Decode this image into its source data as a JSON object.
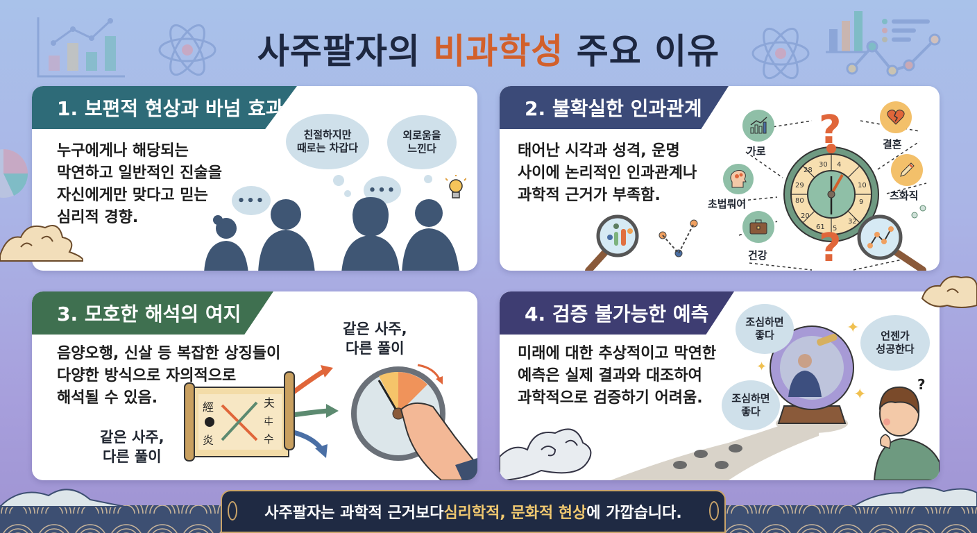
{
  "title": {
    "prefix": "사주팔자의 ",
    "accent": "비과학성",
    "suffix": " 주요 이유",
    "accent_color": "#d2602b"
  },
  "cards": [
    {
      "number": "1.",
      "heading": "1. 보편적 현상과 바넘 효과",
      "header_color": "#2e6b78",
      "body": "누구에게나 해당되는\n막연하고 일반적인 진술을\n자신에게만 맞다고 믿는\n심리적 경향.",
      "bubbles": [
        "친절하지만\n때로는 차갑다",
        "외로움을\n느낀다"
      ],
      "ellipsis": "•••"
    },
    {
      "number": "2.",
      "heading": "2. 불확실한 인과관계",
      "header_color": "#3b4a78",
      "body": "태어난 시각과 성격, 운명\n사이에 논리적인 인과관계나\n과학적 근거가 부족함.",
      "labels": [
        "가로",
        "초법뤄어",
        "건강",
        "결혼",
        "츠화직"
      ],
      "wheel_numbers": [
        "30",
        "4",
        "10",
        "9",
        "32",
        "5",
        "61",
        "20",
        "80",
        "29",
        "28"
      ]
    },
    {
      "number": "3.",
      "heading": "3. 모호한 해석의 여지",
      "header_color": "#3f7050",
      "body": "음양오행, 신살 등 복잡한 상징들이\n다양한 방식으로 자의적으로\n해석될 수 있음.",
      "caption_left": "같은 사주,\n다른 풀이",
      "caption_right": "같은 사주,\n다른 풀이",
      "scroll_glyphs": [
        "經",
        "☯",
        "炎",
        "夫",
        "㐄",
        "수"
      ]
    },
    {
      "number": "4.",
      "heading": "4. 검증 불가능한 예측",
      "header_color": "#3e3d72",
      "body": "미래에 대한 추상적이고 막연한\n예측은 실제 결과와 대조하여\n과학적으로 검증하기 어려움.",
      "bubbles": [
        "조심하면\n좋다",
        "조심하면\n좋다",
        "언젠가\n성공한다"
      ],
      "question_mark": "?"
    }
  ],
  "footer": {
    "prefix": "사주팔자는 과학적 근거보다 ",
    "highlight": "심리학적, 문화적 현상",
    "suffix": "에 가깝습니다.",
    "highlight_color": "#f0c870"
  }
}
